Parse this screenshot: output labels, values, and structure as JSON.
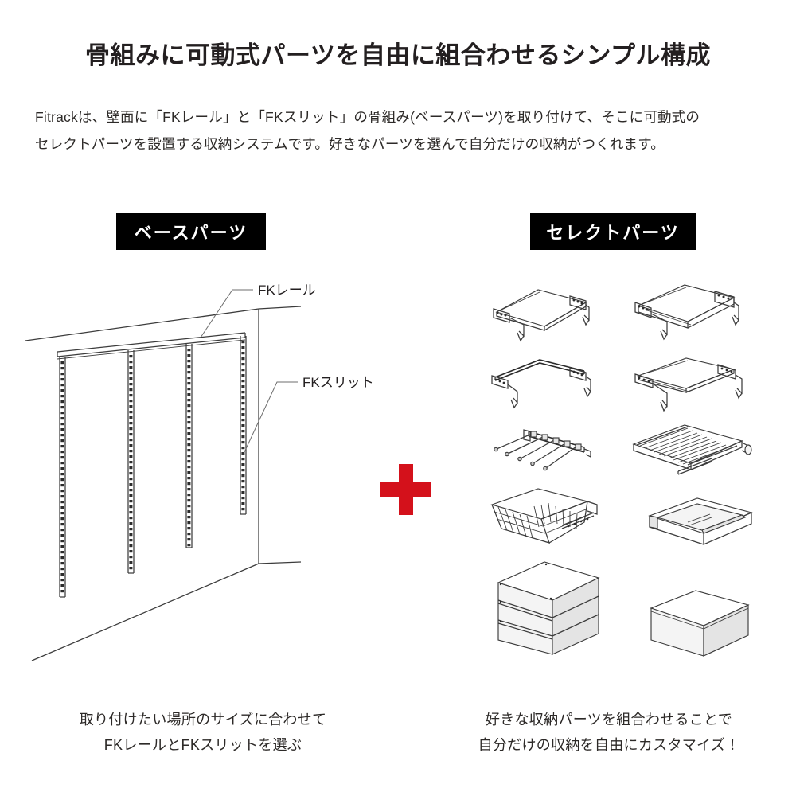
{
  "page": {
    "title": "骨組みに可動式パーツを自由に組合わせるシンプル構成",
    "intro_line1": "Fitrackは、壁面に「FKレール」と「FKスリット」の骨組み(ベースパーツ)を取り付けて、そこに可動式の",
    "intro_line2": "セレクトパーツを設置する収納システムです。好きなパーツを選んで自分だけの収納がつくれます。"
  },
  "colors": {
    "badge_background": "#000000",
    "badge_text": "#ffffff",
    "plus_accent": "#d4111b",
    "line": "#3c3c3c",
    "text": "#231f20"
  },
  "base_section": {
    "badge_label": "ベースパーツ",
    "callouts": [
      {
        "id": "fk-rail",
        "label": "FKレール"
      },
      {
        "id": "fk-slit",
        "label": "FKスリット"
      }
    ],
    "caption_line1": "取り付けたい場所のサイズに合わせて",
    "caption_line2": "FKレールとFKスリットを選ぶ"
  },
  "separator": {
    "symbol": "+"
  },
  "select_section": {
    "badge_label": "セレクトパーツ",
    "caption_line1": "好きな収納パーツを組合わせることで",
    "caption_line2": "自分だけの収納を自由にカスタマイズ！",
    "parts": [
      {
        "id": "shelf-narrow",
        "name": "shelf-frame-narrow"
      },
      {
        "id": "shelf-deep",
        "name": "shelf-frame-deep"
      },
      {
        "id": "hanger-bar-frame",
        "name": "open-hanger-frame"
      },
      {
        "id": "shelf-bracket",
        "name": "shelf-with-brackets"
      },
      {
        "id": "slacks-hanger",
        "name": "slacks-hanger-rack"
      },
      {
        "id": "slide-trouser-rack",
        "name": "slide-out-trouser-rack"
      },
      {
        "id": "wire-basket",
        "name": "wire-mesh-basket"
      },
      {
        "id": "shallow-tray",
        "name": "shallow-tray-box"
      },
      {
        "id": "drawer-chest",
        "name": "three-drawer-chest"
      },
      {
        "id": "open-box",
        "name": "open-storage-box"
      }
    ]
  }
}
